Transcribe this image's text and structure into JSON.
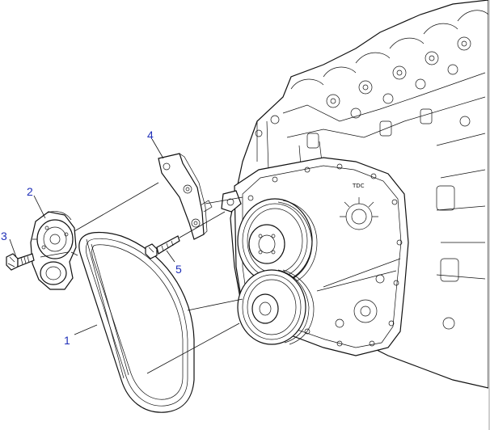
{
  "callouts": [
    {
      "id": "1",
      "label": "1"
    },
    {
      "id": "2",
      "label": "2"
    },
    {
      "id": "3",
      "label": "3"
    },
    {
      "id": "4",
      "label": "4"
    },
    {
      "id": "5",
      "label": "5"
    }
  ],
  "colors": {
    "callout_text": "#1f2fb8",
    "line": "#111111",
    "background": "#ffffff"
  },
  "parts": {
    "engine_badge": "TDC"
  }
}
